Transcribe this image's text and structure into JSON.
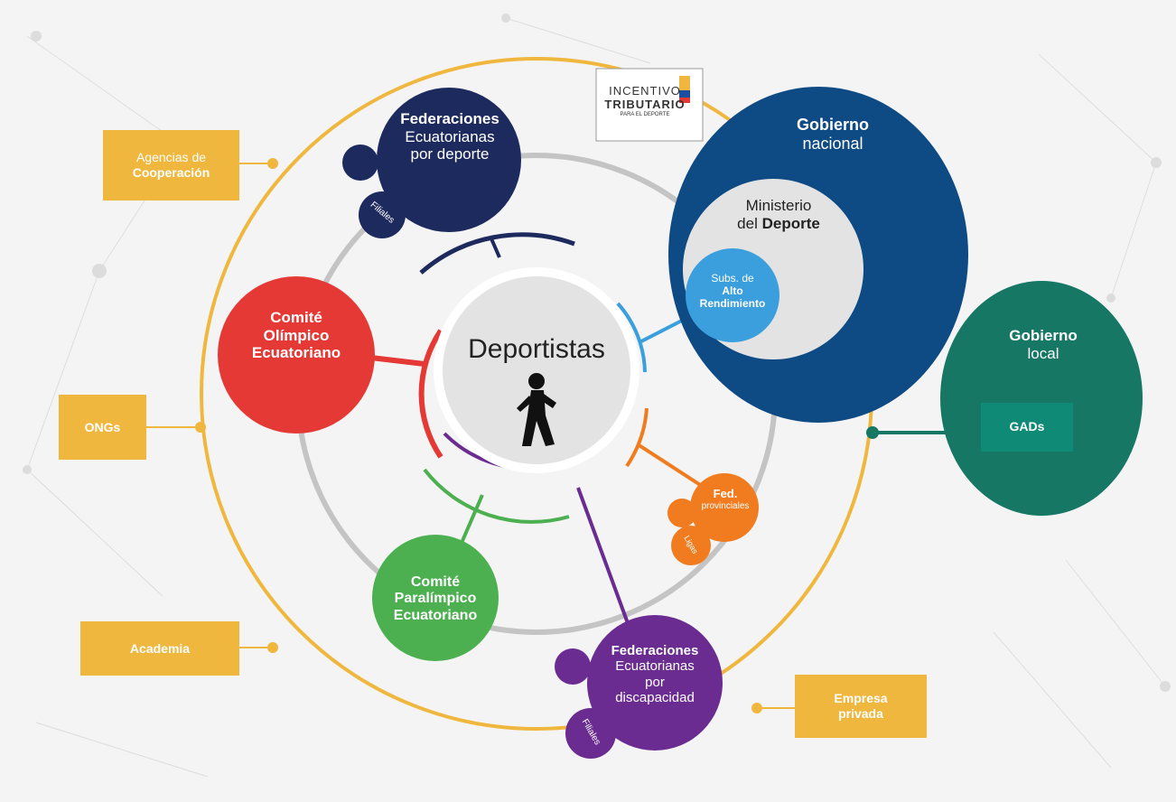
{
  "center": {
    "title": "Deportistas",
    "icon": "runner-icon"
  },
  "nodes": {
    "fed_deporte": {
      "line1": "Federaciones",
      "line2": "Ecuatorianas",
      "line3": "por deporte",
      "satellite": "Filiales"
    },
    "coe": {
      "line1": "Comité",
      "line2": "Olímpico",
      "line3": "Ecuatoriano"
    },
    "cpe": {
      "line1": "Comité",
      "line2": "Paralímpico",
      "line3": "Ecuatoriano"
    },
    "fed_discapacidad": {
      "line1": "Federaciones",
      "line2": "Ecuatorianas",
      "line3": "por",
      "line4": "discapacidad",
      "satellite": "Filiales"
    },
    "fed_provinciales": {
      "line1": "Fed.",
      "line2": "provinciales",
      "satellite": "Ligas"
    },
    "gobierno_nacional": {
      "line1": "Gobierno",
      "line2": "nacional"
    },
    "ministerio": {
      "line1": "Ministerio",
      "line2a": "del ",
      "line2b": "Deporte"
    },
    "subs": {
      "line1": "Subs. de",
      "line2": "Alto",
      "line3": "Rendimiento"
    },
    "gobierno_local": {
      "line1": "Gobierno",
      "line2": "local",
      "box": "GADs"
    }
  },
  "outer_boxes": {
    "agencias": {
      "line1": "Agencias de",
      "line2": "Cooperación"
    },
    "ongs": "ONGs",
    "academia": "Academia",
    "empresa": {
      "line1": "Empresa",
      "line2": "privada"
    }
  },
  "logo": {
    "line1": "INCENTIVO",
    "line2": "TRIBUTARIO",
    "line3": "PARA EL DEPORTE"
  },
  "colors": {
    "navy": "#1d2a5e",
    "red": "#e53935",
    "green": "#4caf50",
    "purple": "#6a2c91",
    "orange": "#f07c1f",
    "blue_dark": "#0e4a84",
    "light_blue": "#3a9fdc",
    "teal": "#157764",
    "gold": "#f0b73e",
    "gray": "#c4c4c4"
  }
}
